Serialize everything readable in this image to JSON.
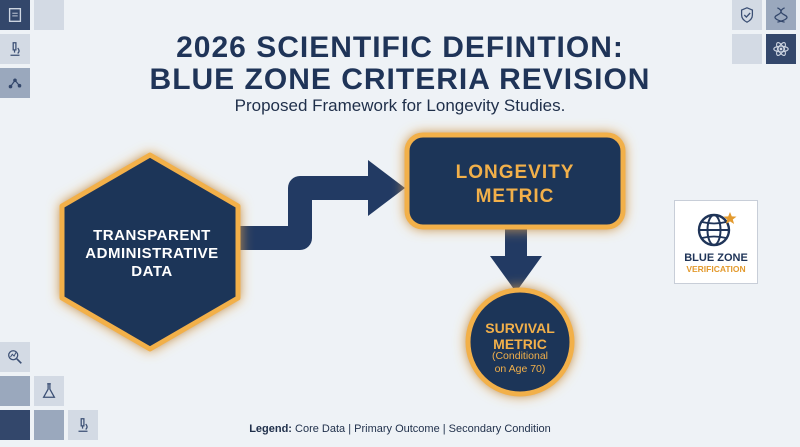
{
  "title": {
    "line1": "2026 SCIENTIFIC DEFINTION:",
    "line2": "BLUE ZONE CRITERIA REVISION"
  },
  "subtitle": "Proposed Framework for Longevity Studies.",
  "nodes": {
    "core_data": {
      "line1": "TRANSPARENT",
      "line2": "ADMINISTRATIVE",
      "line3": "DATA"
    },
    "primary_outcome": {
      "line1": "LONGEVITY",
      "line2": "METRIC"
    },
    "secondary_condition": {
      "line1": "SURVIVAL",
      "line2": "METRIC",
      "note1": "(Conditional",
      "note2": "on Age 70)"
    }
  },
  "badge": {
    "line1": "BLUE ZONE",
    "line2": "VERIFICATION"
  },
  "legend": {
    "label": "Legend:",
    "items": "Core Data | Primary Outcome | Secondary Condition"
  },
  "colors": {
    "navy": "#1f3458",
    "gold": "#f2b04a",
    "background": "#eef2f6"
  },
  "icons": {
    "top_left": [
      "document-icon",
      "microscope-icon",
      "molecule-icon"
    ],
    "top_right": [
      "shield-check-icon",
      "dna-icon",
      "atom-icon"
    ],
    "bottom_left": [
      "magnifier-chart-icon",
      "flask-icon",
      "microscope-icon"
    ]
  }
}
